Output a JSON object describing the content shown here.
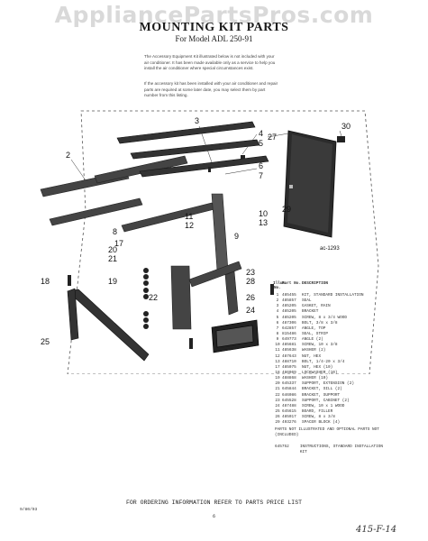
{
  "watermark": "AppliancePartsPros.com",
  "header": {
    "title": "MOUNTING KIT PARTS",
    "subtitle": "For Model ADL 250-91"
  },
  "intro": {
    "paragraph1": "The Accessory Equipment Kit illustrated below is not included with your air conditioner. It has been made available only as a service to help you install the air conditioner where special circumstances exist.",
    "paragraph2": "If the accessory kit has been installed with your air conditioner and repair parts are required at some later date, you may select them by part number from this listing."
  },
  "diagram": {
    "callouts": [
      "2",
      "3",
      "4",
      "5",
      "6",
      "7",
      "8",
      "9",
      "10",
      "11",
      "12",
      "13",
      "17",
      "18",
      "19",
      "20",
      "21",
      "22",
      "23",
      "24",
      "25",
      "26",
      "27",
      "28",
      "29",
      "30"
    ],
    "code": "ac-1293"
  },
  "parts_table": {
    "headers": [
      "Illus No.",
      "Part No.",
      "DESCRIPTION"
    ],
    "rows": [
      [
        "1",
        "485455",
        "KIT, STANDARD INSTALLATION"
      ],
      [
        "2",
        "485857",
        "SEAL"
      ],
      [
        "3",
        "485205",
        "GASKET, RAIN"
      ],
      [
        "4",
        "485205",
        "BRACKET"
      ],
      [
        "5",
        "485205",
        "SCREW, 8 x 3/4 WOOD"
      ],
      [
        "6",
        "487306",
        "BOLT, 3/8 x 3/8"
      ],
      [
        "7",
        "642857",
        "ANGLE, TOP"
      ],
      [
        "8",
        "815486",
        "SEAL, STRIP"
      ],
      [
        "9",
        "649773",
        "ANGLE (2)"
      ],
      [
        "10",
        "485681",
        "SCREW, 10 x 3/8"
      ],
      [
        "11",
        "485638",
        "WASHER (2)"
      ],
      [
        "12",
        "487643",
        "NUT, HEX"
      ],
      [
        "13",
        "488710",
        "BOLT, 1/4-20 x 3/4"
      ],
      [
        "17",
        "485075",
        "NUT, HEX (10)"
      ],
      [
        "18",
        "486069",
        "LOCKWASHER (10)"
      ],
      [
        "19",
        "488868",
        "WASHER (10)"
      ],
      [
        "20",
        "645337",
        "SUPPORT, EXTENSION (2)"
      ],
      [
        "21",
        "645844",
        "BRACKET, SILL (2)"
      ],
      [
        "22",
        "646086",
        "BRACKET, SUPPORT"
      ],
      [
        "23",
        "645528",
        "SUPPORT, CABINET (2)"
      ],
      [
        "24",
        "487488",
        "SCREW, 10 x 1 WOOD"
      ],
      [
        "25",
        "645615",
        "BOARD, FILLER"
      ],
      [
        "26",
        "485017",
        "SCREW, 8 x 3/8"
      ],
      [
        "29",
        "493276",
        "SPACER BLOCK (4)"
      ]
    ]
  },
  "notes": {
    "not_illustrated": "PARTS NOT ILLUSTRATED AND OPTIONAL PARTS NOT (INCLUDED)",
    "instructions_part": "645752",
    "instructions_desc": "INSTRUCTIONS, STANDARD INSTALLATION KIT"
  },
  "footer": {
    "ordering": "FOR ORDERING INFORMATION REFER TO PARTS PRICE LIST",
    "date_code": "9/80/93",
    "page": "6",
    "handwritten": "415-F-14"
  }
}
